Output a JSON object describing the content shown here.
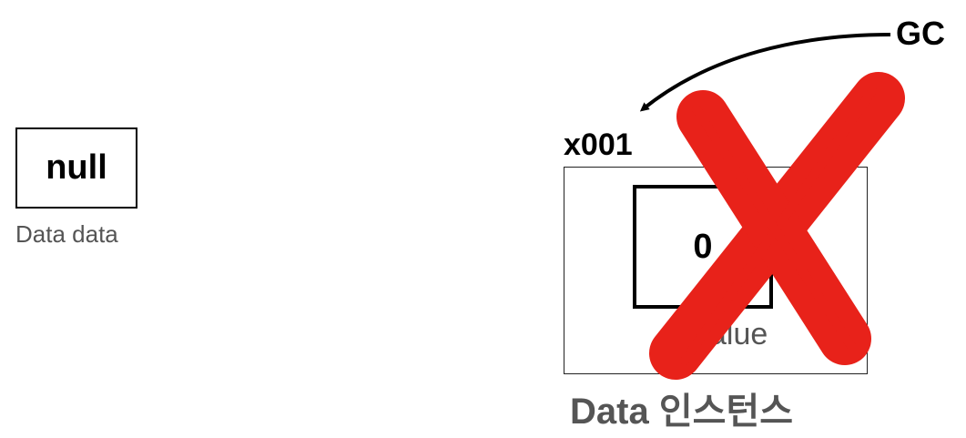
{
  "reference": {
    "value": "null",
    "label": "Data data"
  },
  "instance": {
    "address": "x001",
    "field_value": "0",
    "field_label": "value",
    "label": "Data 인스턴스"
  },
  "gc": {
    "label": "GC"
  },
  "colors": {
    "cross": "#e8221a",
    "label_gray": "#555555"
  }
}
